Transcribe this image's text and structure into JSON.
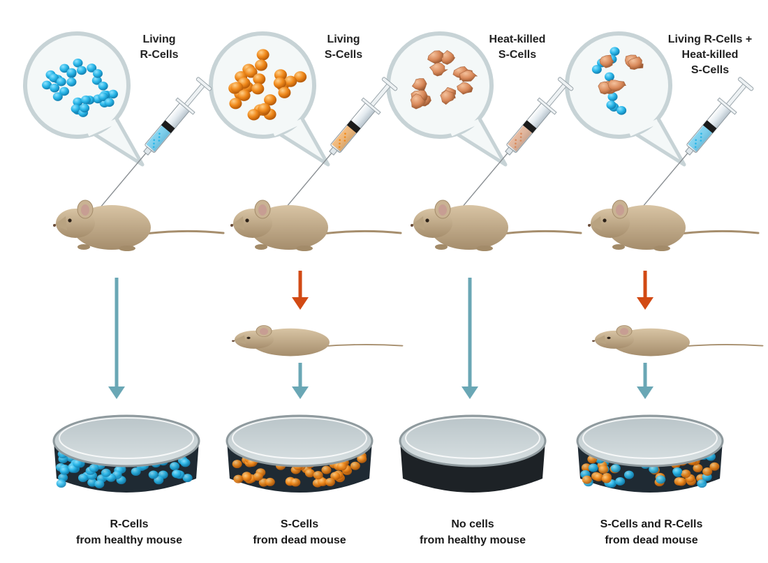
{
  "colors": {
    "r_cell": "#29b6e8",
    "s_cell": "#f08a1c",
    "heat_killed": "#d9895a",
    "mouse": "#c6b08f",
    "arrow_blue": "#6aa7b5",
    "arrow_red": "#d24a14",
    "bubble_fill": "#f4f8f8",
    "bubble_stroke": "#c7d3d6"
  },
  "panels": [
    {
      "label_lines": [
        "Living",
        "R-Cells"
      ],
      "bubble_content": "r-cells",
      "outcome": "survives",
      "dish_content": "r-cells",
      "caption": [
        "R-Cells",
        "from healthy mouse"
      ]
    },
    {
      "label_lines": [
        "Living",
        "S-Cells"
      ],
      "bubble_content": "s-cells",
      "outcome": "dies",
      "dish_content": "s-cells",
      "caption": [
        "S-Cells",
        "from dead mouse"
      ]
    },
    {
      "label_lines": [
        "Heat-killed",
        "S-Cells"
      ],
      "bubble_content": "heat-killed-s-cells",
      "outcome": "survives",
      "dish_content": "none",
      "caption": [
        "No cells",
        "from healthy mouse"
      ]
    },
    {
      "label_lines": [
        "Living R-Cells +",
        "Heat-killed",
        "S-Cells"
      ],
      "bubble_content": "mixed",
      "outcome": "dies",
      "dish_content": "mixed",
      "caption": [
        "S-Cells and R-Cells",
        "from dead mouse"
      ]
    }
  ]
}
